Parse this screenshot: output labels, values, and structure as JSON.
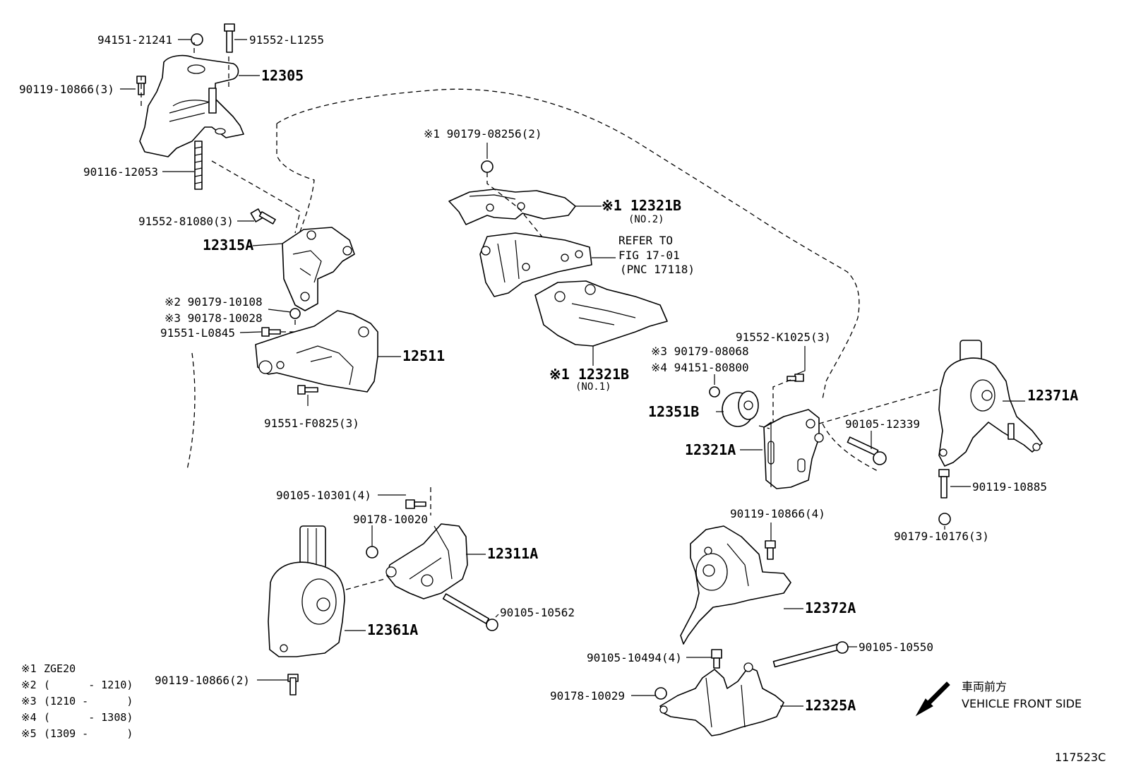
{
  "diagram_id": "117523C",
  "direction_indicator": {
    "jp": "車両前方",
    "en": "VEHICLE FRONT SIDE"
  },
  "refer": {
    "line1": "REFER TO",
    "line2": "FIG 17-01",
    "line3": "(PNC 17118)"
  },
  "notes": [
    {
      "mark": "※1",
      "text": "ZGE20"
    },
    {
      "mark": "※2",
      "text": "(      - 1210)"
    },
    {
      "mark": "※3",
      "text": "(1210 -      )"
    },
    {
      "mark": "※4",
      "text": "(      - 1308)"
    },
    {
      "mark": "※5",
      "text": "(1309 -      )"
    }
  ],
  "labels": {
    "p94151_21241": "94151-21241",
    "p91552_L1255": "91552-L1255",
    "p12305": "12305",
    "p90119_10866_3": "90119-10866(3)",
    "p90116_12053": "90116-12053",
    "p91552_81080_3": "91552-81080(3)",
    "p12315A": "12315A",
    "p90179_10108": "※2 90179-10108",
    "p90178_10028": "※3 90178-10028",
    "p91551_L0845": "91551-L0845",
    "p12511": "12511",
    "p91551_F0825_3": "91551-F0825(3)",
    "p90179_08256_2": "※1 90179-08256(2)",
    "p12321B_no2": "※1 12321B",
    "p12321B_no2_sub": "(NO.2)",
    "p12321B_no1": "※1 12321B",
    "p12321B_no1_sub": "(NO.1)",
    "p91552_K1025_3": "91552-K1025(3)",
    "p90179_08068": "※3 90179-08068",
    "p94151_80800": "※4 94151-80800",
    "p12351B": "12351B",
    "p12321A": "12321A",
    "p90105_12339": "90105-12339",
    "p12371A": "12371A",
    "p90119_10885": "90119-10885",
    "p90179_10176_3": "90179-10176(3)",
    "p90105_10301_4": "90105-10301(4)",
    "p90178_10020": "90178-10020",
    "p12311A": "12311A",
    "p90105_10562": "90105-10562",
    "p12361A": "12361A",
    "p90119_10866_2": "90119-10866(2)",
    "p90119_10866_4": "90119-10866(4)",
    "p12372A": "12372A",
    "p90105_10494_4": "90105-10494(4)",
    "p90105_10550": "90105-10550",
    "p90178_10029": "90178-10029",
    "p12325A": "12325A"
  }
}
